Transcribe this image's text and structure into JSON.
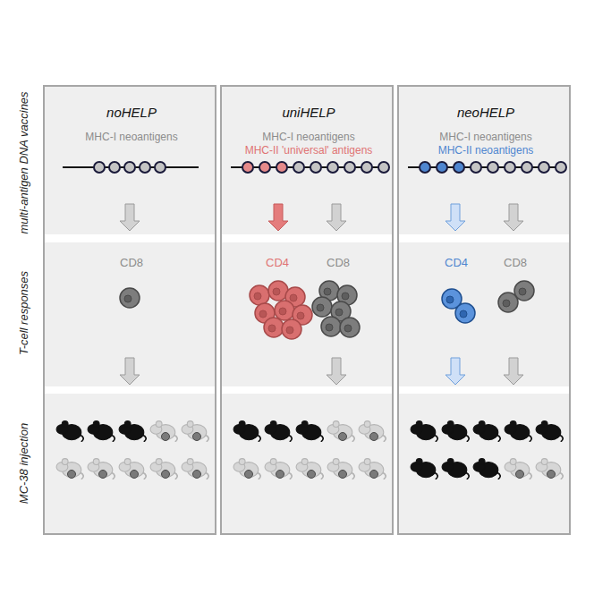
{
  "diagram": {
    "nodes": [
      {
        "text": [
          "noHELP",
          "MHC-I neoantigens",
          "CD8"
        ]
      },
      {
        "text": [
          "uniHELP",
          "MHC-I neoantigens",
          "MHC-II 'universal' antigens",
          "CD4",
          "CD8"
        ]
      },
      {
        "text": [
          "neoHELP",
          "MHC-I neoantigens",
          "MHC-II neoantigens",
          "CD4",
          "CD8"
        ]
      }
    ],
    "labels": [
      "multi-antigen DNA vaccines",
      "T-cell responses",
      "MC-38 injection"
    ]
  }
}
